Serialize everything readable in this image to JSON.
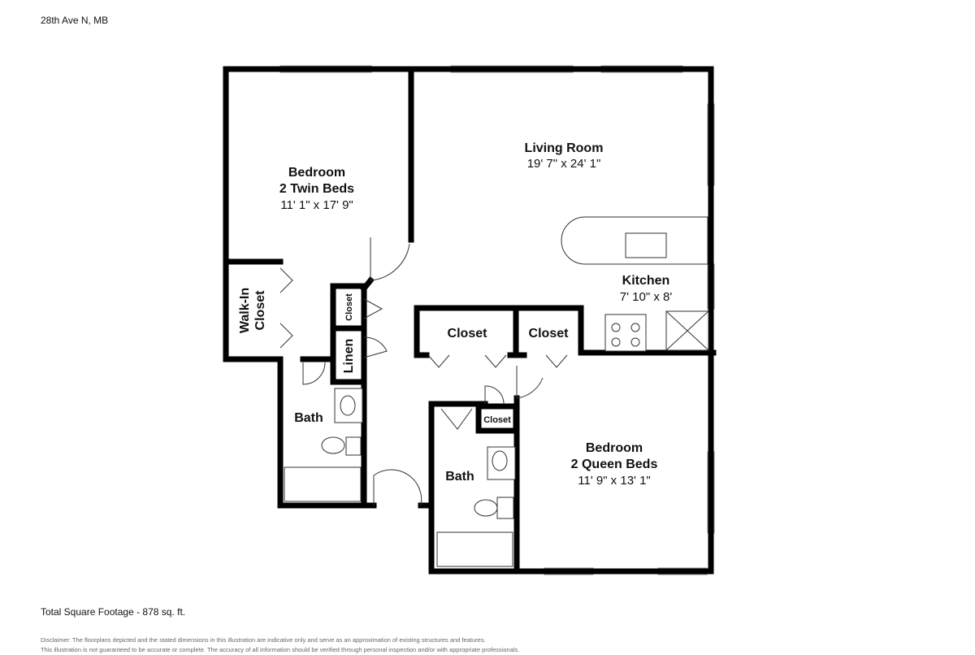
{
  "header": {
    "address": "28th Ave N, MB"
  },
  "footer": {
    "total": "Total Square Footage - 878 sq. ft.",
    "disclaimer_1": "Disclaimer: The floorplans depicted and the stated dimensions in this illustration are indicative only and serve as an approximation of existing structures and features.",
    "disclaimer_2": "This illustration is not guaranteed to be accurate or complete. The accuracy of all information should be verified through personal inspection and/or with appropriate professionals."
  },
  "rooms": {
    "bedroom_twin": {
      "line1": "Bedroom",
      "line2": "2 Twin Beds",
      "dims": "11' 1\" x 17' 9\""
    },
    "living": {
      "name": "Living Room",
      "dims": "19' 7\" x 24' 1\""
    },
    "kitchen": {
      "name": "Kitchen",
      "dims": "7' 10\" x 8'"
    },
    "walkin": {
      "line1": "Walk-In",
      "line2": "Closet"
    },
    "closet_small_1": "Closet",
    "linen": "Linen",
    "closet_a": "Closet",
    "closet_b": "Closet",
    "closet_small_2": "Closet",
    "bath_1": "Bath",
    "bath_2": "Bath",
    "bedroom_queen": {
      "line1": "Bedroom",
      "line2": "2 Queen Beds",
      "dims": "11' 9\" x 13' 1\""
    }
  }
}
